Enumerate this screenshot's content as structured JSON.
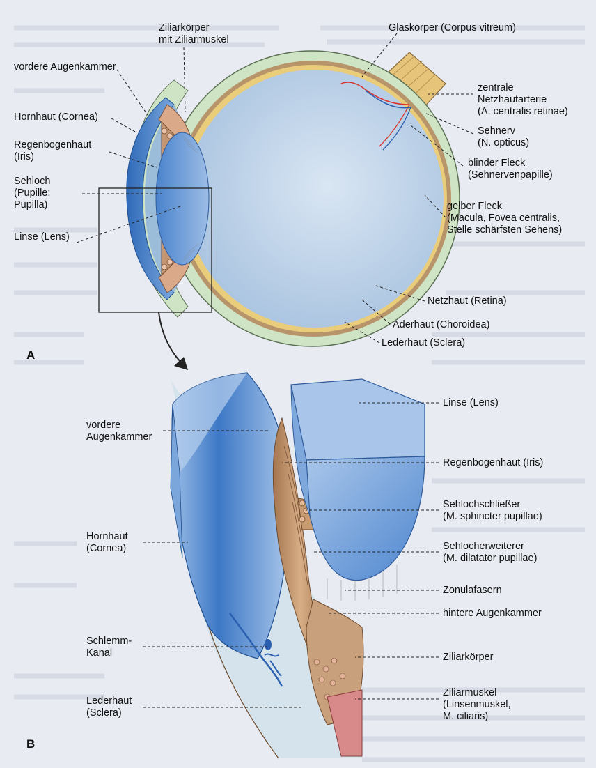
{
  "panel_a": {
    "letter": "A",
    "labels": {
      "ziliarkoerper": [
        "Ziliarkörper",
        "mit Ziliarmuskel"
      ],
      "vordere_augenkammer": [
        "vordere Augenkammer"
      ],
      "hornhaut": [
        "Hornhaut (Cornea)"
      ],
      "regenbogenhaut": [
        "Regenbogenhaut",
        "(Iris)"
      ],
      "sehloch": [
        "Sehloch",
        "(Pupille;",
        "Pupilla)"
      ],
      "linse": [
        "Linse (Lens)"
      ],
      "glaskoerper": [
        "Glaskörper (Corpus vitreum)"
      ],
      "netzhautarterie": [
        "zentrale",
        "Netzhautarterie",
        "(A. centralis retinae)"
      ],
      "sehnerv": [
        "Sehnerv",
        "(N. opticus)"
      ],
      "blinder_fleck": [
        "blinder Fleck",
        "(Sehnervenpapille)"
      ],
      "gelber_fleck": [
        "gelber Fleck",
        "(Macula, Fovea centralis,",
        "Stelle schärfsten Sehens)"
      ],
      "netzhaut": [
        "Netzhaut (Retina)"
      ],
      "aderhaut": [
        "Aderhaut (Choroidea)"
      ],
      "lederhaut": [
        "Lederhaut (Sclera)"
      ]
    }
  },
  "panel_b": {
    "letter": "B",
    "labels": {
      "vordere_augenkammer": [
        "vordere",
        "Augenkammer"
      ],
      "hornhaut": [
        "Hornhaut",
        "(Cornea)"
      ],
      "schlemm": [
        "Schlemm-",
        "Kanal"
      ],
      "lederhaut": [
        "Lederhaut",
        "(Sclera)"
      ],
      "linse": [
        "Linse (Lens)"
      ],
      "regenbogenhaut": [
        "Regenbogenhaut (Iris)"
      ],
      "sphincter": [
        "Sehlochschließer",
        "(M. sphincter pupillae)"
      ],
      "dilatator": [
        "Sehlocherweiterer",
        "(M. dilatator pupillae)"
      ],
      "zonulafasern": [
        "Zonulafasern"
      ],
      "hintere_augenkammer": [
        "hintere Augenkammer"
      ],
      "ziliarkoerper": [
        "Ziliarkörper"
      ],
      "ziliarmuskel": [
        "Ziliarmuskel",
        "(Linsenmuskel,",
        "M. ciliaris)"
      ]
    }
  },
  "colors": {
    "background": "#e8ebf2",
    "sclera": "#cfe4c4",
    "choroid": "#b8946a",
    "retina": "#e9cd7a",
    "lens": "#5b90d0",
    "cornea": "#3f78c4",
    "iris": "#c49672",
    "artery": "#d9332b",
    "vein": "#2b5fb0"
  }
}
